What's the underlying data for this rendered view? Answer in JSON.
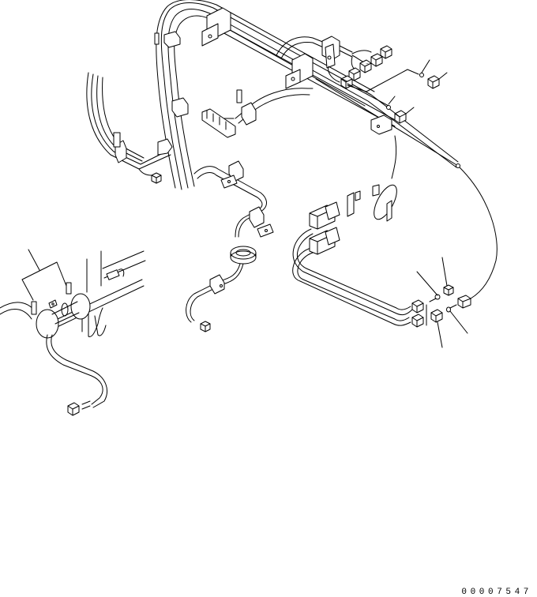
{
  "diagram": {
    "type": "parts-diagram",
    "subject": "wiring harness assembly (isometric line drawing)",
    "drawing_number": "00007547",
    "colors": {
      "line": "#000000",
      "background": "#ffffff"
    },
    "callouts": [
      {
        "name": "leader-left-bracket",
        "target": "clamp bracket, lower-left detail"
      },
      {
        "name": "leader-upper-right-1",
        "target": "connector terminal"
      },
      {
        "name": "leader-upper-right-2",
        "target": "connector terminal"
      },
      {
        "name": "leader-upper-right-3",
        "target": "connector terminal"
      },
      {
        "name": "leader-upper-right-4",
        "target": "connector terminal"
      },
      {
        "name": "leader-lower-right-1",
        "target": "pin terminal"
      },
      {
        "name": "leader-lower-right-2",
        "target": "connector housing"
      },
      {
        "name": "leader-lower-right-3",
        "target": "pin terminal"
      },
      {
        "name": "leader-lower-right-4",
        "target": "connector housing"
      }
    ]
  }
}
